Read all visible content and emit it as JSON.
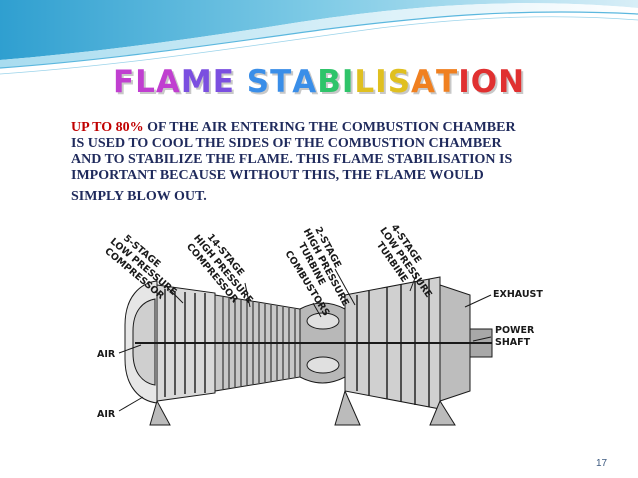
{
  "slide": {
    "title": "FLAME STABILISATION",
    "body": {
      "highlight": "UP TO 80%",
      "line1_rest": " OF THE AIR ENTERING THE COMBUSTION CHAMBER",
      "line2": "IS USED TO COOL THE SIDES OF THE COMBUSTION CHAMBER",
      "line3": "AND TO STABILIZE THE FLAME. THIS FLAME STABILISATION IS",
      "line4": "IMPORTANT BECAUSE WITHOUT THIS, THE FLAME WOULD",
      "line5": "SIMPLY BLOW OUT."
    },
    "diagram": {
      "labels": {
        "lpc": [
          "5-STAGE",
          "LOW PRESSURE",
          "COMPRESSOR"
        ],
        "hpc": [
          "14-STAGE",
          "HIGH PRESSURE",
          "COMPRESSOR"
        ],
        "combustors": "COMBUSTORS",
        "hpt": [
          "2-STAGE",
          "HIGH PRESSURE",
          "TURBINE"
        ],
        "lpt": [
          "4-STAGE",
          "LOW PRESSURE",
          "TURBINE"
        ],
        "exhaust": "EXHAUST",
        "power_shaft": [
          "POWER",
          "SHAFT"
        ],
        "air_top": "AIR",
        "air_bottom": "AIR"
      }
    },
    "page_number": "17"
  },
  "colors": {
    "title_gradient": [
      "#c03fd0",
      "#7b4fe0",
      "#3a8ee8",
      "#2fc46a",
      "#e0c020",
      "#f08020",
      "#e03030"
    ],
    "highlight": "#c00000",
    "body_text": "#1f2a5c",
    "header_teal": "#4fb0d8"
  }
}
